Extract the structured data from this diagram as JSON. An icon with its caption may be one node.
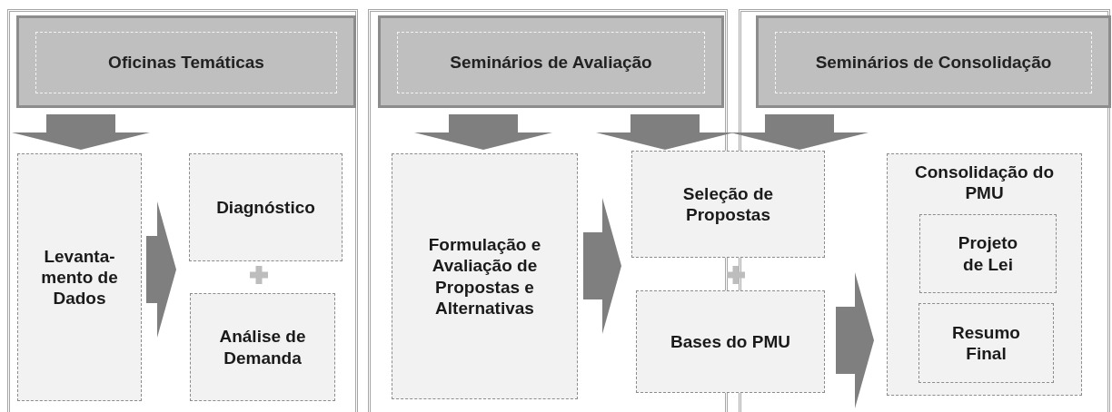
{
  "diagram": {
    "nodes": [
      {
        "text": [],
        "shape": "box"
      },
      {
        "text": [
          "Oficinas Temáticas"
        ],
        "in": 0
      },
      {
        "text": [
          "Levanta- mento de Dados"
        ],
        "in": 0
      },
      {
        "text": [
          "Diagnóstico"
        ],
        "in": 0
      },
      {
        "text": [
          "Análise de Demanda"
        ],
        "in": 0
      },
      {
        "text": [],
        "shape": "box"
      },
      {
        "text": [
          "Seminários de Avaliação"
        ],
        "in": 5
      },
      {
        "text": [
          "Formulação e Avaliação de Propostas e Alternativas"
        ],
        "in": 5
      },
      {
        "text": [
          "Seleção de Propostas"
        ]
      },
      {
        "text": [
          "Bases do PMU"
        ]
      },
      {
        "text": [],
        "shape": "box"
      },
      {
        "text": [
          "Seminários de Consolidação"
        ],
        "in": 10
      },
      {
        "text": [
          "Consolidação do PMU"
        ],
        "in": 10
      },
      {
        "text": [
          "Projeto de Lei"
        ],
        "in": 12
      },
      {
        "text": [
          "Resumo Final"
        ],
        "in": 12
      }
    ],
    "edges": [
      {
        "from": 1,
        "to": 2,
        "arrow": "to"
      },
      {
        "from": 2,
        "to": 3,
        "arrow": "to"
      },
      {
        "from": 2,
        "to": 4,
        "arrow": "to"
      },
      {
        "from": 6,
        "to": 7,
        "arrow": "to"
      },
      {
        "from": 6,
        "to": 8,
        "arrow": "to"
      },
      {
        "from": 11,
        "to": 8,
        "arrow": "to"
      },
      {
        "from": 7,
        "to": 8,
        "arrow": "to"
      },
      {
        "from": 7,
        "to": 9,
        "arrow": "to"
      },
      {
        "from": 8,
        "to": 12,
        "arrow": "to"
      },
      {
        "from": 9,
        "to": 12,
        "arrow": "to"
      }
    ]
  }
}
